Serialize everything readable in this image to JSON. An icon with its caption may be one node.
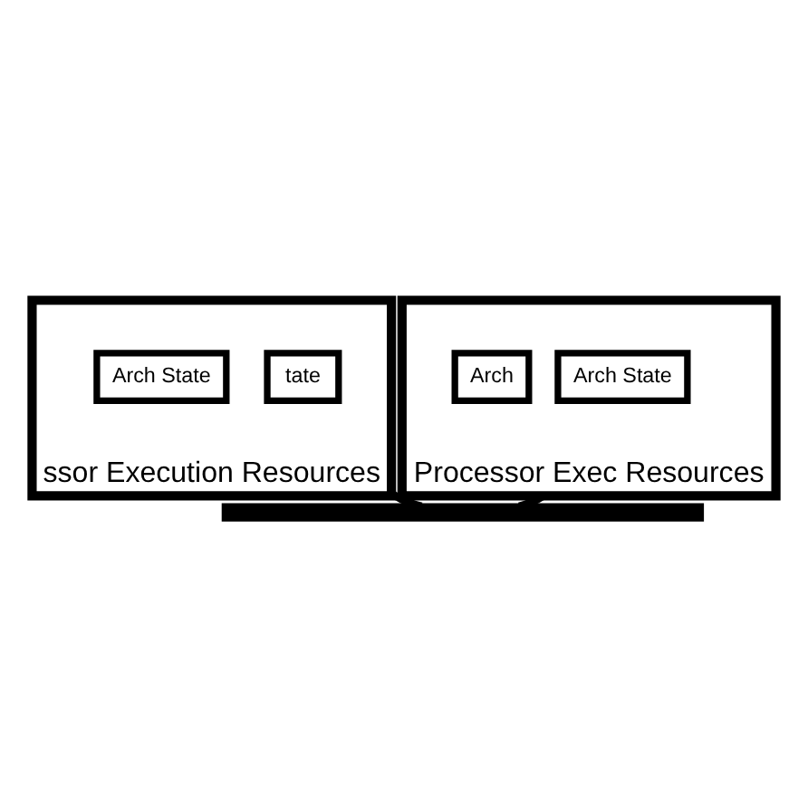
{
  "diagram": {
    "nodes": [
      {
        "text": [
          "ssor Execution Resources"
        ]
      },
      {
        "text": [
          "tate"
        ],
        "in": 0
      },
      {
        "text": [
          "Arch State"
        ],
        "in": 0
      },
      {
        "text": [
          "Processor Exec Resources"
        ]
      },
      {
        "text": [
          "Arch State"
        ],
        "in": 3
      },
      {
        "text": [
          "Arch"
        ],
        "in": 3
      },
      {
        "text": [],
        "shape": "bar"
      }
    ],
    "edges": [
      {
        "from": 0,
        "to": 6,
        "arrow": "none"
      },
      {
        "from": 3,
        "to": 6,
        "arrow": "none"
      }
    ]
  }
}
